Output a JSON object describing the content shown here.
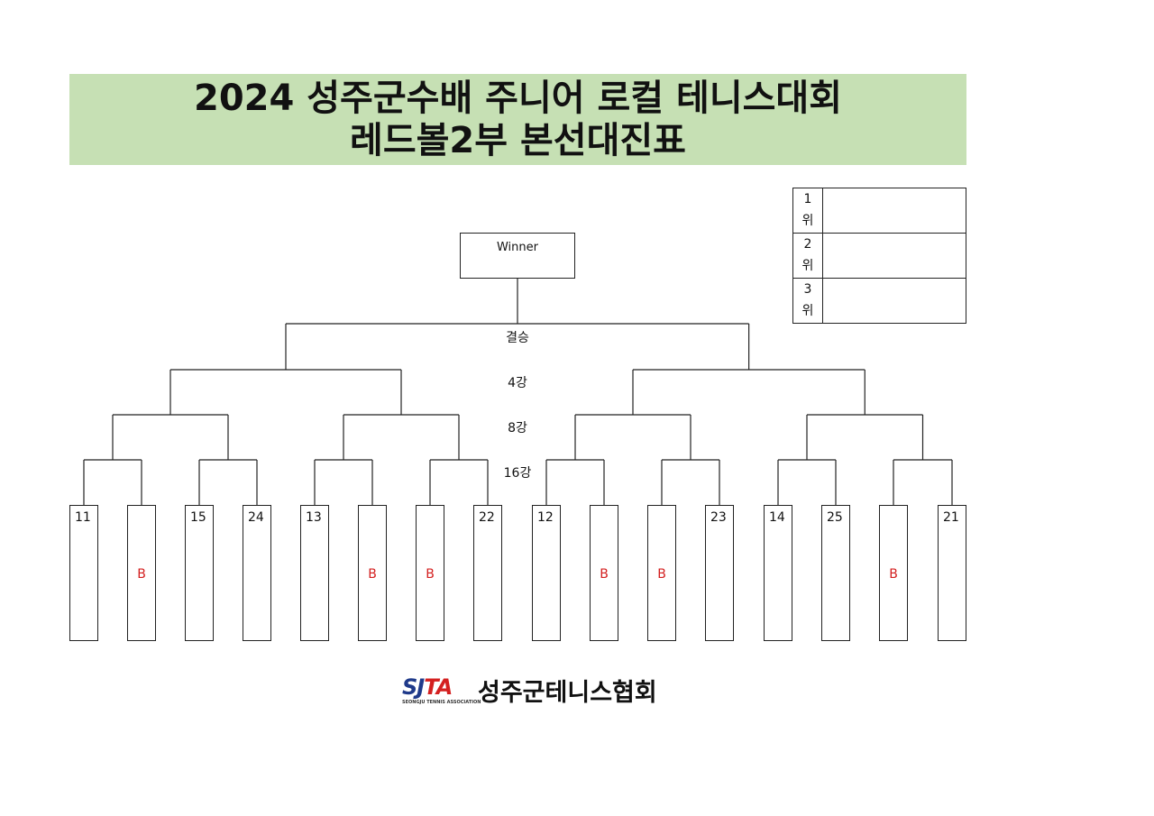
{
  "title": {
    "line1": "2024 성주군수배 주니어 로컬 테니스대회",
    "line2": "레드볼2부 본선대진표"
  },
  "winner_label": "Winner",
  "rounds": {
    "final": "결승",
    "semi": "4강",
    "quarter": "8강",
    "r16": "16강"
  },
  "ranking": [
    {
      "label": "1\n위",
      "value": ""
    },
    {
      "label": "2\n위",
      "value": ""
    },
    {
      "label": "3\n위",
      "value": ""
    }
  ],
  "slots": [
    {
      "num": "11",
      "bye": ""
    },
    {
      "num": "",
      "bye": "B"
    },
    {
      "num": "15",
      "bye": ""
    },
    {
      "num": "24",
      "bye": ""
    },
    {
      "num": "13",
      "bye": ""
    },
    {
      "num": "",
      "bye": "B"
    },
    {
      "num": "",
      "bye": "B"
    },
    {
      "num": "22",
      "bye": ""
    },
    {
      "num": "12",
      "bye": ""
    },
    {
      "num": "",
      "bye": "B"
    },
    {
      "num": "",
      "bye": "B"
    },
    {
      "num": "23",
      "bye": ""
    },
    {
      "num": "14",
      "bye": ""
    },
    {
      "num": "25",
      "bye": ""
    },
    {
      "num": "",
      "bye": "B"
    },
    {
      "num": "21",
      "bye": ""
    }
  ],
  "footer": {
    "logo_text": "SJTA",
    "logo_sub": "SEONGJU TENNIS ASSOCIATION",
    "org": "성주군테니스협회"
  },
  "colors": {
    "title_bg": "#c6e0b4",
    "bye": "#d42020",
    "logo_blue": "#1f3a8a",
    "logo_red": "#d42020"
  }
}
